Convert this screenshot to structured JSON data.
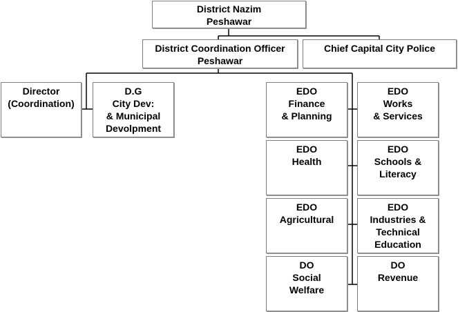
{
  "nodes": {
    "nazim": [
      "District Nazim",
      "Peshawar"
    ],
    "dco": [
      "District Coordination Officer",
      "Peshawar"
    ],
    "police": [
      "Chief Capital City Police"
    ],
    "director": [
      "Director",
      "(Coordination)"
    ],
    "dg": [
      "D.G",
      "City Dev:",
      "& Municipal",
      "Devolpment"
    ],
    "edo_finance": [
      "EDO",
      "Finance",
      "& Planning"
    ],
    "edo_works": [
      "EDO",
      "Works",
      "& Services"
    ],
    "edo_health": [
      "EDO",
      "Health"
    ],
    "edo_schools": [
      "EDO",
      "Schools &",
      "Literacy"
    ],
    "edo_agri": [
      "EDO",
      "Agricultural"
    ],
    "edo_industries": [
      "EDO",
      "Industries &",
      "Technical",
      "Education"
    ],
    "do_social": [
      "DO",
      "Social",
      "Welfare"
    ],
    "do_revenue": [
      "DO",
      "Revenue"
    ]
  }
}
